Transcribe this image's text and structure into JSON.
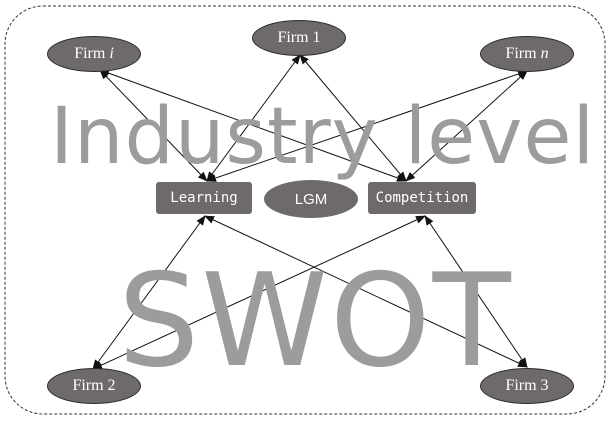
{
  "diagram": {
    "watermarks": {
      "industry_level": "Industry level",
      "swot": "SWOT"
    },
    "firms": {
      "firm_i": {
        "prefix": "Firm ",
        "suffix": "i"
      },
      "firm_1": {
        "label": "Firm 1"
      },
      "firm_n": {
        "prefix": "Firm ",
        "suffix": "n"
      },
      "firm_2": {
        "label": "Firm 2"
      },
      "firm_3": {
        "label": "Firm 3"
      }
    },
    "hubs": {
      "learning": "Learning",
      "lgm": "LGM",
      "competition": "Competition"
    },
    "connections": [
      {
        "from": "firm_i",
        "to": "learning"
      },
      {
        "from": "firm_i",
        "to": "competition"
      },
      {
        "from": "firm_1",
        "to": "learning"
      },
      {
        "from": "firm_1",
        "to": "competition"
      },
      {
        "from": "firm_n",
        "to": "learning"
      },
      {
        "from": "firm_n",
        "to": "competition"
      },
      {
        "from": "firm_2",
        "to": "learning"
      },
      {
        "from": "firm_2",
        "to": "competition"
      },
      {
        "from": "firm_3",
        "to": "learning"
      },
      {
        "from": "firm_3",
        "to": "competition"
      }
    ],
    "colors": {
      "node_fill": "#6e6a6a",
      "node_text": "#ffffff",
      "watermark": "#9c9c9c",
      "edge": "#111111",
      "frame": "#333333"
    }
  }
}
